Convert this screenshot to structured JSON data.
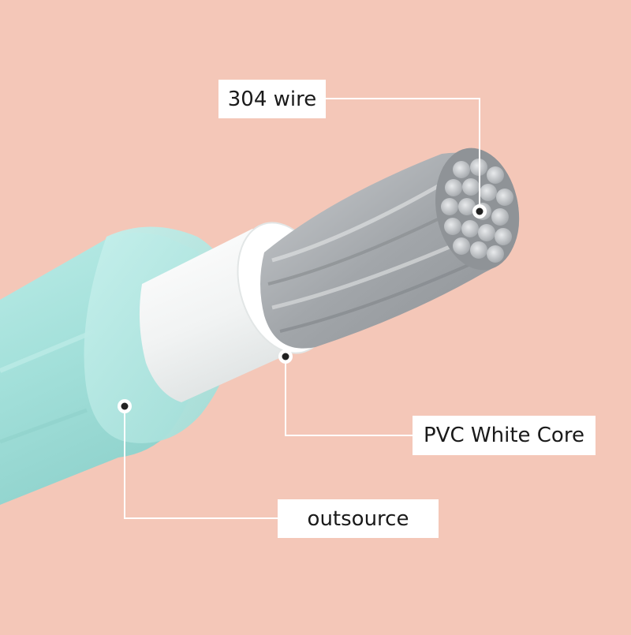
{
  "background_color": "#f4c7b8",
  "parts": {
    "wire": {
      "label": "304 wire",
      "color": "#a9acb0"
    },
    "core": {
      "label": "PVC White Core",
      "color": "#f6f7f7"
    },
    "sheath": {
      "label": "outsource",
      "color": "#a6e2dc"
    }
  },
  "leader_color": "#ffffff"
}
